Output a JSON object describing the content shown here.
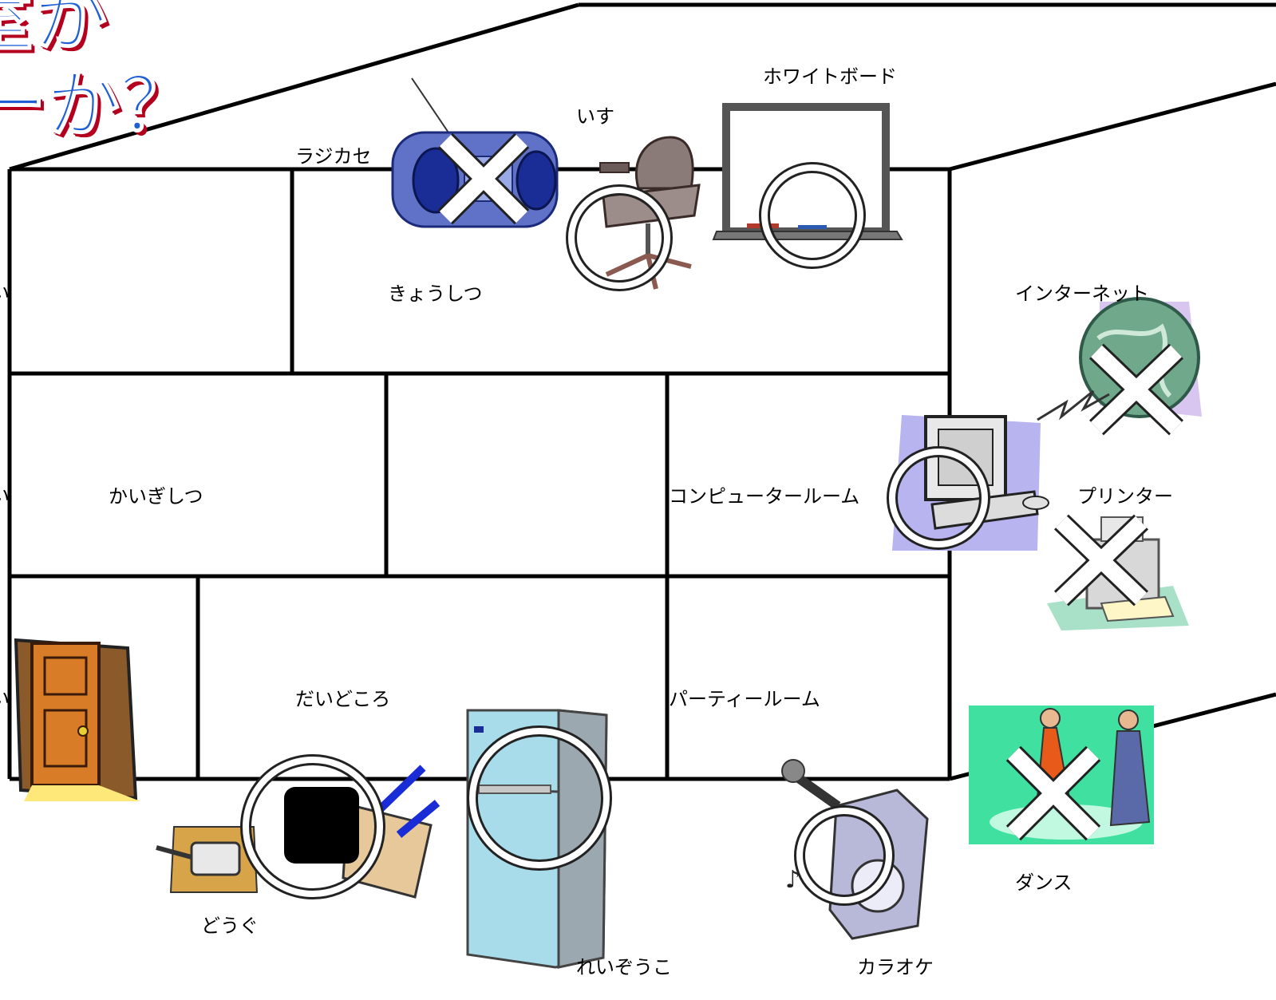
{
  "title": {
    "line1": "室か",
    "line2": "ーか？",
    "color": "#1f5fd6",
    "shadow_color": "#b4001e"
  },
  "rooms": {
    "classroom": "きょうしつ",
    "meeting_room": "かいぎしつ",
    "computer_room": "コンピュータールーム",
    "kitchen": "だいどころ",
    "party_room": "パーティールーム",
    "edge_mark_1": "い",
    "edge_mark_2": "い",
    "edge_mark_3": "い"
  },
  "items": [
    {
      "label": "ラジカセ",
      "mark": "×",
      "icon": "boombox-icon"
    },
    {
      "label": "いす",
      "mark": "○",
      "icon": "office-chair-icon"
    },
    {
      "label": "ホワイトボード",
      "mark": "○",
      "icon": "whiteboard-icon"
    },
    {
      "label": "インターネット",
      "mark": "×",
      "icon": "globe-icon"
    },
    {
      "label": "プリンター",
      "mark": "×",
      "icon": "printer-icon"
    },
    {
      "label": "どうぐ",
      "mark": "○",
      "icon": "kitchen-tools-icon"
    },
    {
      "label": "れいぞうこ",
      "mark": "○",
      "icon": "refrigerator-icon"
    },
    {
      "label": "カラオケ",
      "mark": "○",
      "icon": "karaoke-icon"
    },
    {
      "label": "ダンス",
      "mark": "×",
      "icon": "dancers-icon"
    }
  ],
  "colors": {
    "outline": "#000000",
    "mark_fill": "#ffffff",
    "mark_stroke": "#222222"
  }
}
